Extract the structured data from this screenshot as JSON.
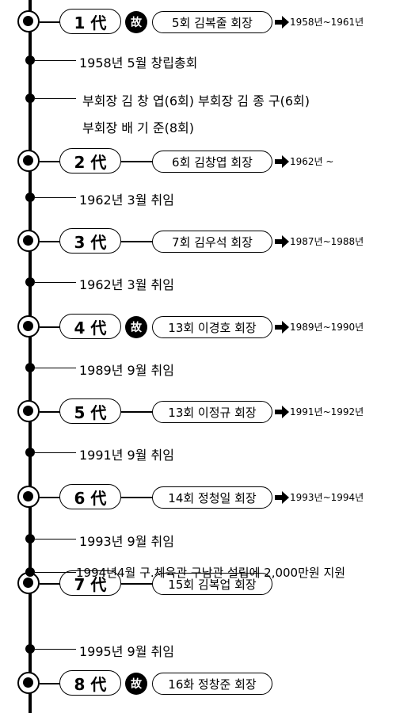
{
  "deceased_mark": "故",
  "generations": [
    {
      "gen": "1 代",
      "deceased": true,
      "president": "5회 김복줄 회장",
      "term": "1958년~1961년"
    },
    {
      "gen": "2 代",
      "deceased": false,
      "president": "6회 김창엽 회장",
      "term": "1962년 ~"
    },
    {
      "gen": "3 代",
      "deceased": false,
      "president": "7회 김우석 회장",
      "term": "1987년~1988년"
    },
    {
      "gen": "4 代",
      "deceased": true,
      "president": "13회 이경호 회장",
      "term": "1989년~1990년"
    },
    {
      "gen": "5 代",
      "deceased": false,
      "president": "13회 이정규 회장",
      "term": "1991년~1992년"
    },
    {
      "gen": "6 代",
      "deceased": false,
      "president": "14회 정청일 회장",
      "term": "1993년~1994년"
    },
    {
      "gen": "7 代",
      "deceased": false,
      "president": "15회 김복업 회장",
      "term": ""
    },
    {
      "gen": "8 代",
      "deceased": true,
      "president": "16화 정창준 회장",
      "term": ""
    }
  ],
  "notes": {
    "n1": "1958년 5월 창립총회",
    "n2": "부회장  김 창 엽(6회) 부회장  김 종 구(6회)",
    "n2b": "부회장  배 기 준(8회)",
    "n3": "1962년 3월 취임",
    "n4": "1962년 3월 취임",
    "n5": "1989년 9월 취임",
    "n6": "1991년 9월 취임",
    "n7": "1993년 9월 취임",
    "n8": "1994년4월 구.체육관 구남관 설립에 2,000만원 지원",
    "n9": "1995년 9월 취임"
  }
}
